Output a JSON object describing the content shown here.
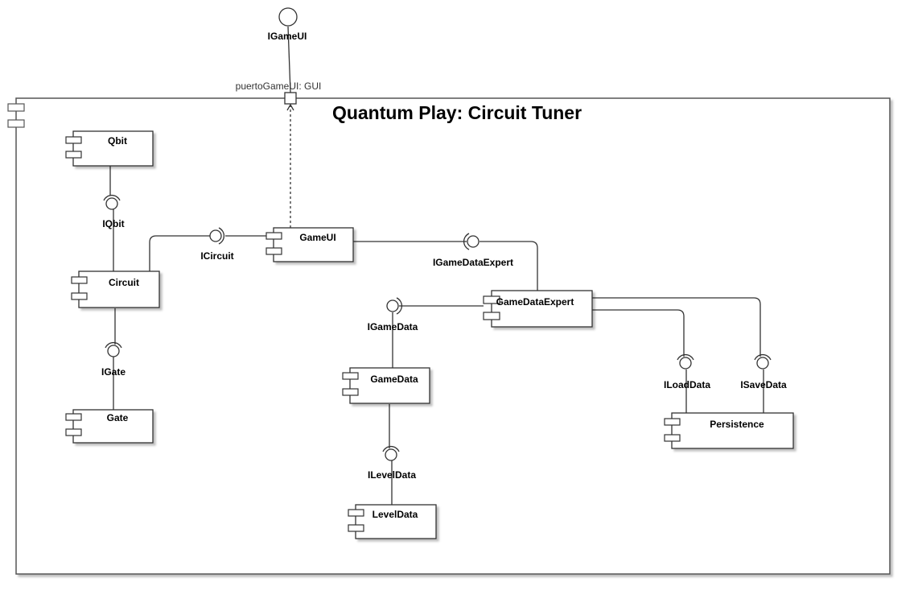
{
  "system": {
    "title": "Quantum Play: Circuit Tuner"
  },
  "port": {
    "label": "puertoGameUI: GUI"
  },
  "components": {
    "qbit": "Qbit",
    "circuit": "Circuit",
    "gate": "Gate",
    "gameui": "GameUI",
    "gamedataexpert": "GameDataExpert",
    "gamedata": "GameData",
    "leveldata": "LevelData",
    "persistence": "Persistence"
  },
  "interfaces": {
    "igameui": "IGameUI",
    "iqbit": "IQbit",
    "icircuit": "ICircuit",
    "igate": "IGate",
    "igamedataexpert": "IGameDataExpert",
    "igamedata": "IGameData",
    "ileveldata": "ILevelData",
    "iloaddata": "ILoadData",
    "isavedata": "ISaveData"
  }
}
